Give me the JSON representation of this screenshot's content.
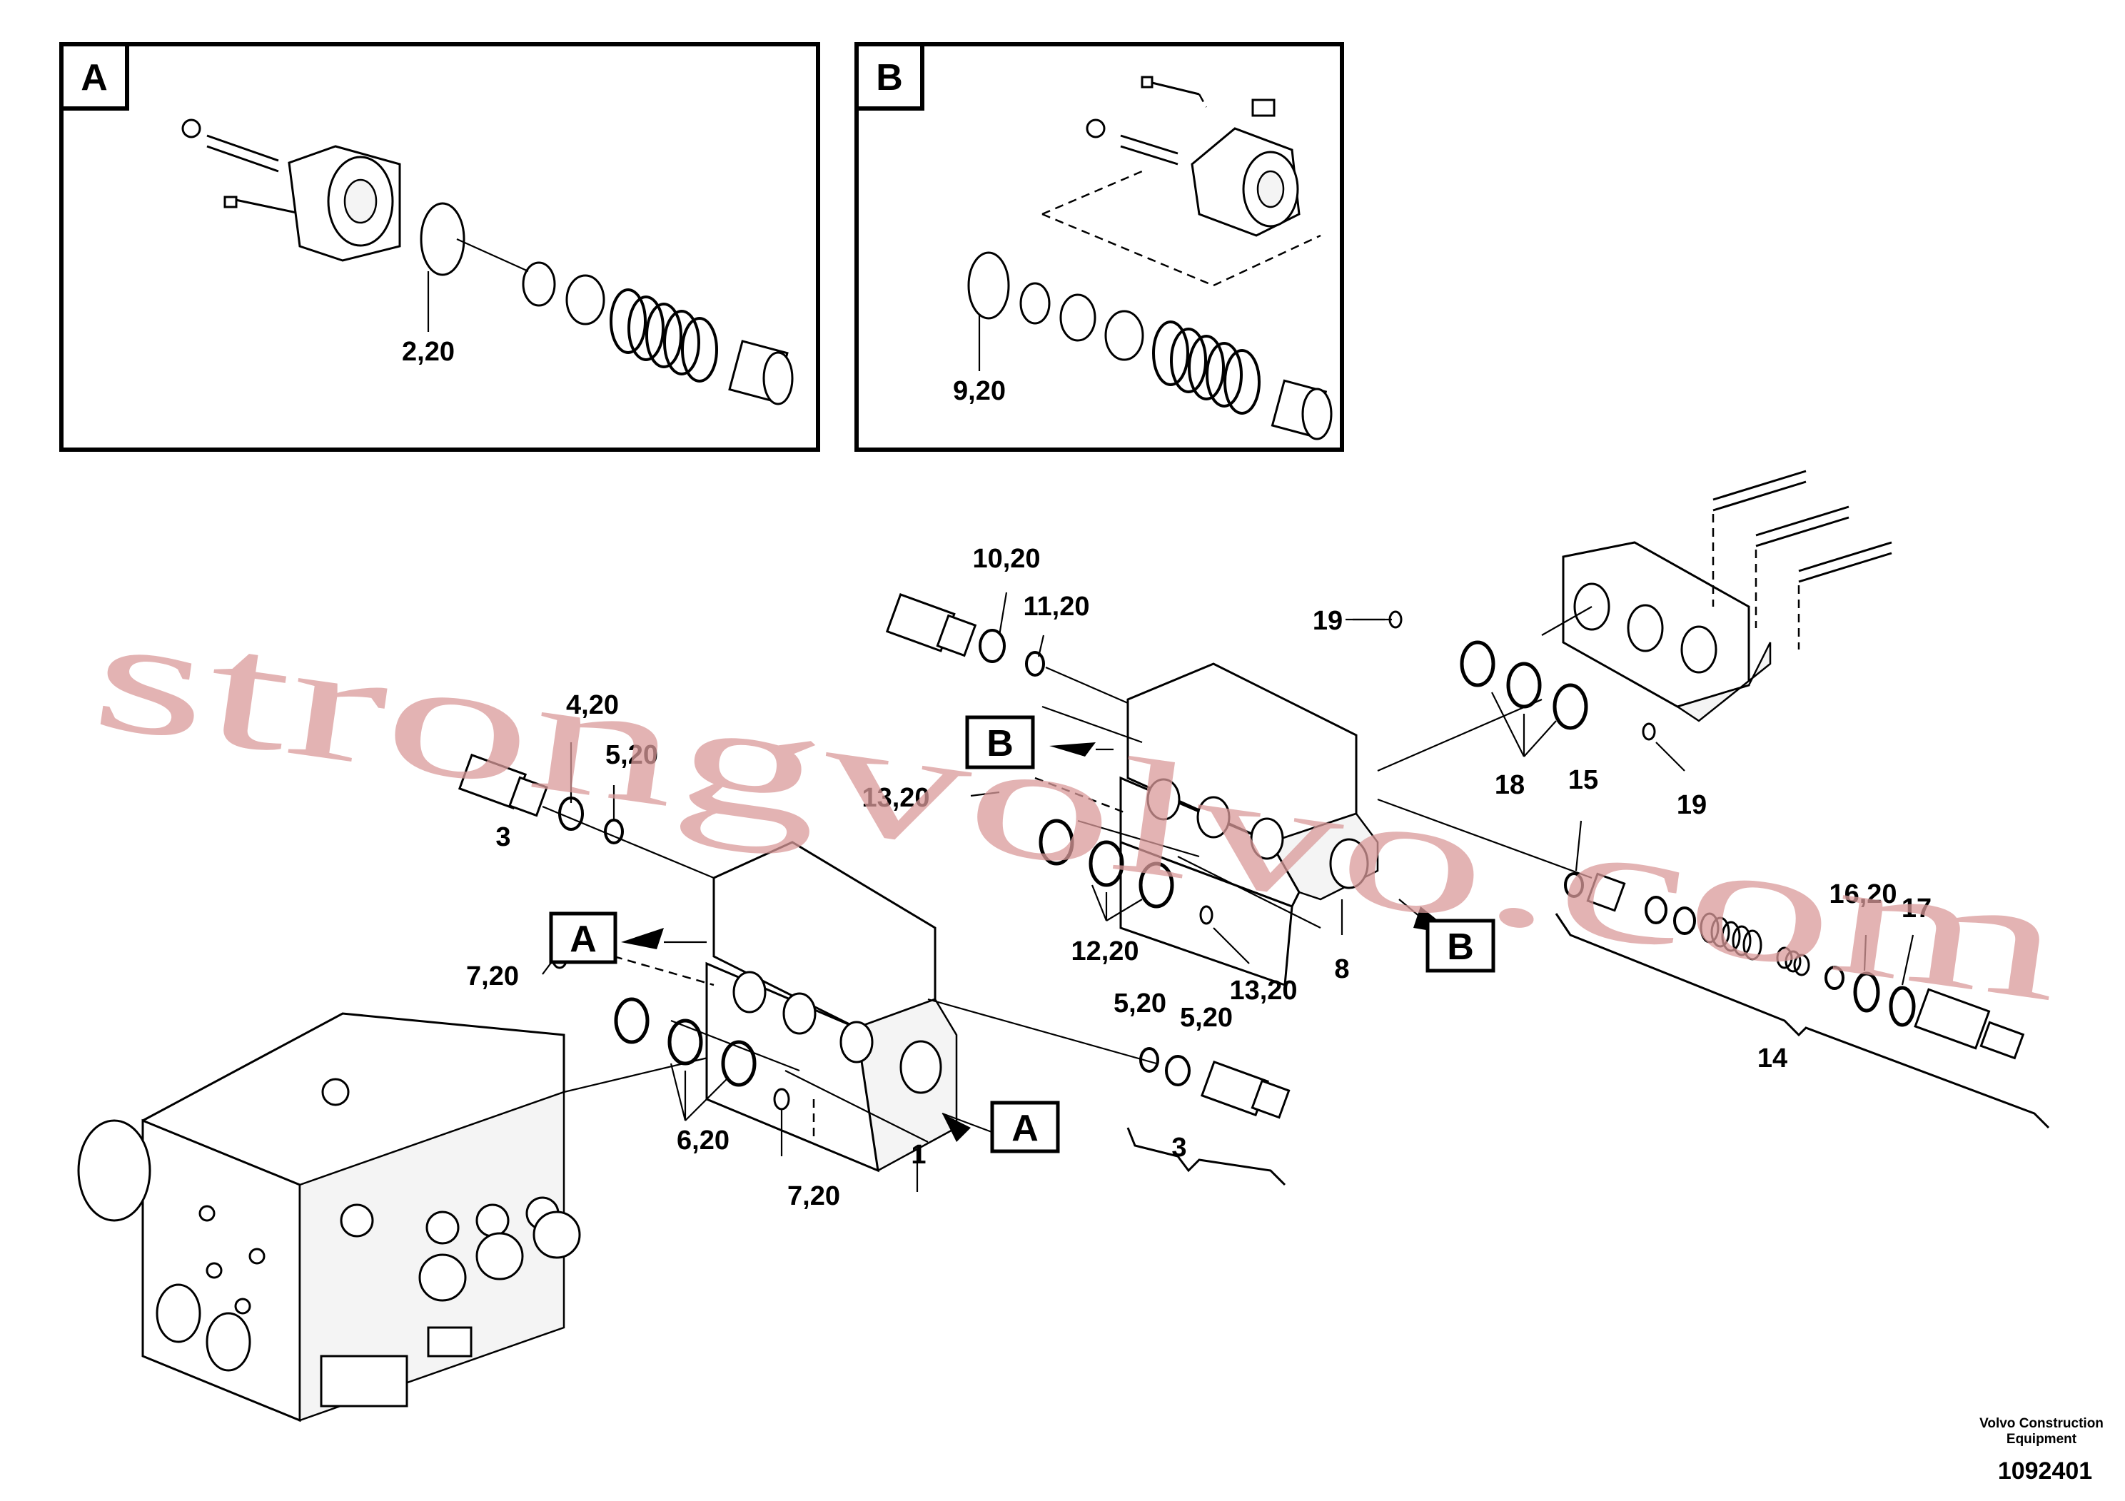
{
  "detail_a": {
    "letter": "A",
    "label": "2,20"
  },
  "detail_b": {
    "letter": "B",
    "label": "9,20"
  },
  "callouts": {
    "c10": "10,20",
    "c11": "11,20",
    "c19a": "19",
    "c19b": "19",
    "c4": "4,20",
    "c5a": "5,20",
    "c13a": "13,20",
    "c3a": "3",
    "c18": "18",
    "c15": "15",
    "c16": "16,20",
    "c17": "17",
    "c12": "12,20",
    "c13b": "13,20",
    "c7a": "7,20",
    "c8": "8",
    "c5b": "5,20",
    "c5c": "5,20",
    "c14": "14",
    "c6": "6,20",
    "c1": "1",
    "c3b": "3",
    "c7b": "7,20"
  },
  "ref_boxes": {
    "a1": "A",
    "a2": "A",
    "b1": "B",
    "b2": "B"
  },
  "watermark": "strongvolvo.com",
  "footer": {
    "brand_line1": "Volvo Construction",
    "brand_line2": "Equipment",
    "drawing_number": "1092401"
  }
}
